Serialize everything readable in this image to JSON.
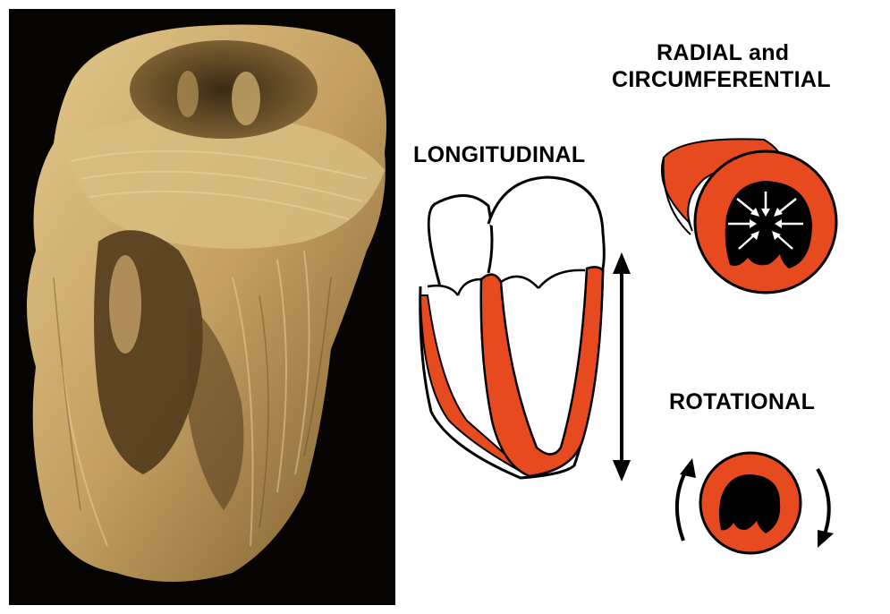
{
  "labels": {
    "longitudinal": "LONGITUDINAL",
    "radial_line1": "RADIAL and",
    "radial_line2": "CIRCUMFERENTIAL",
    "rotational": "ROTATIONAL"
  },
  "colors": {
    "myocardium": "#e84a1f",
    "background_photo": "#050403",
    "tissue": "#c9a96a",
    "outline": "#000000"
  },
  "icons": {
    "longitudinal_arrow": "double-vertical-arrow-icon",
    "radial_arrows": "inward-arrows-icon",
    "rotation_arrows": "curved-arrows-icon"
  }
}
